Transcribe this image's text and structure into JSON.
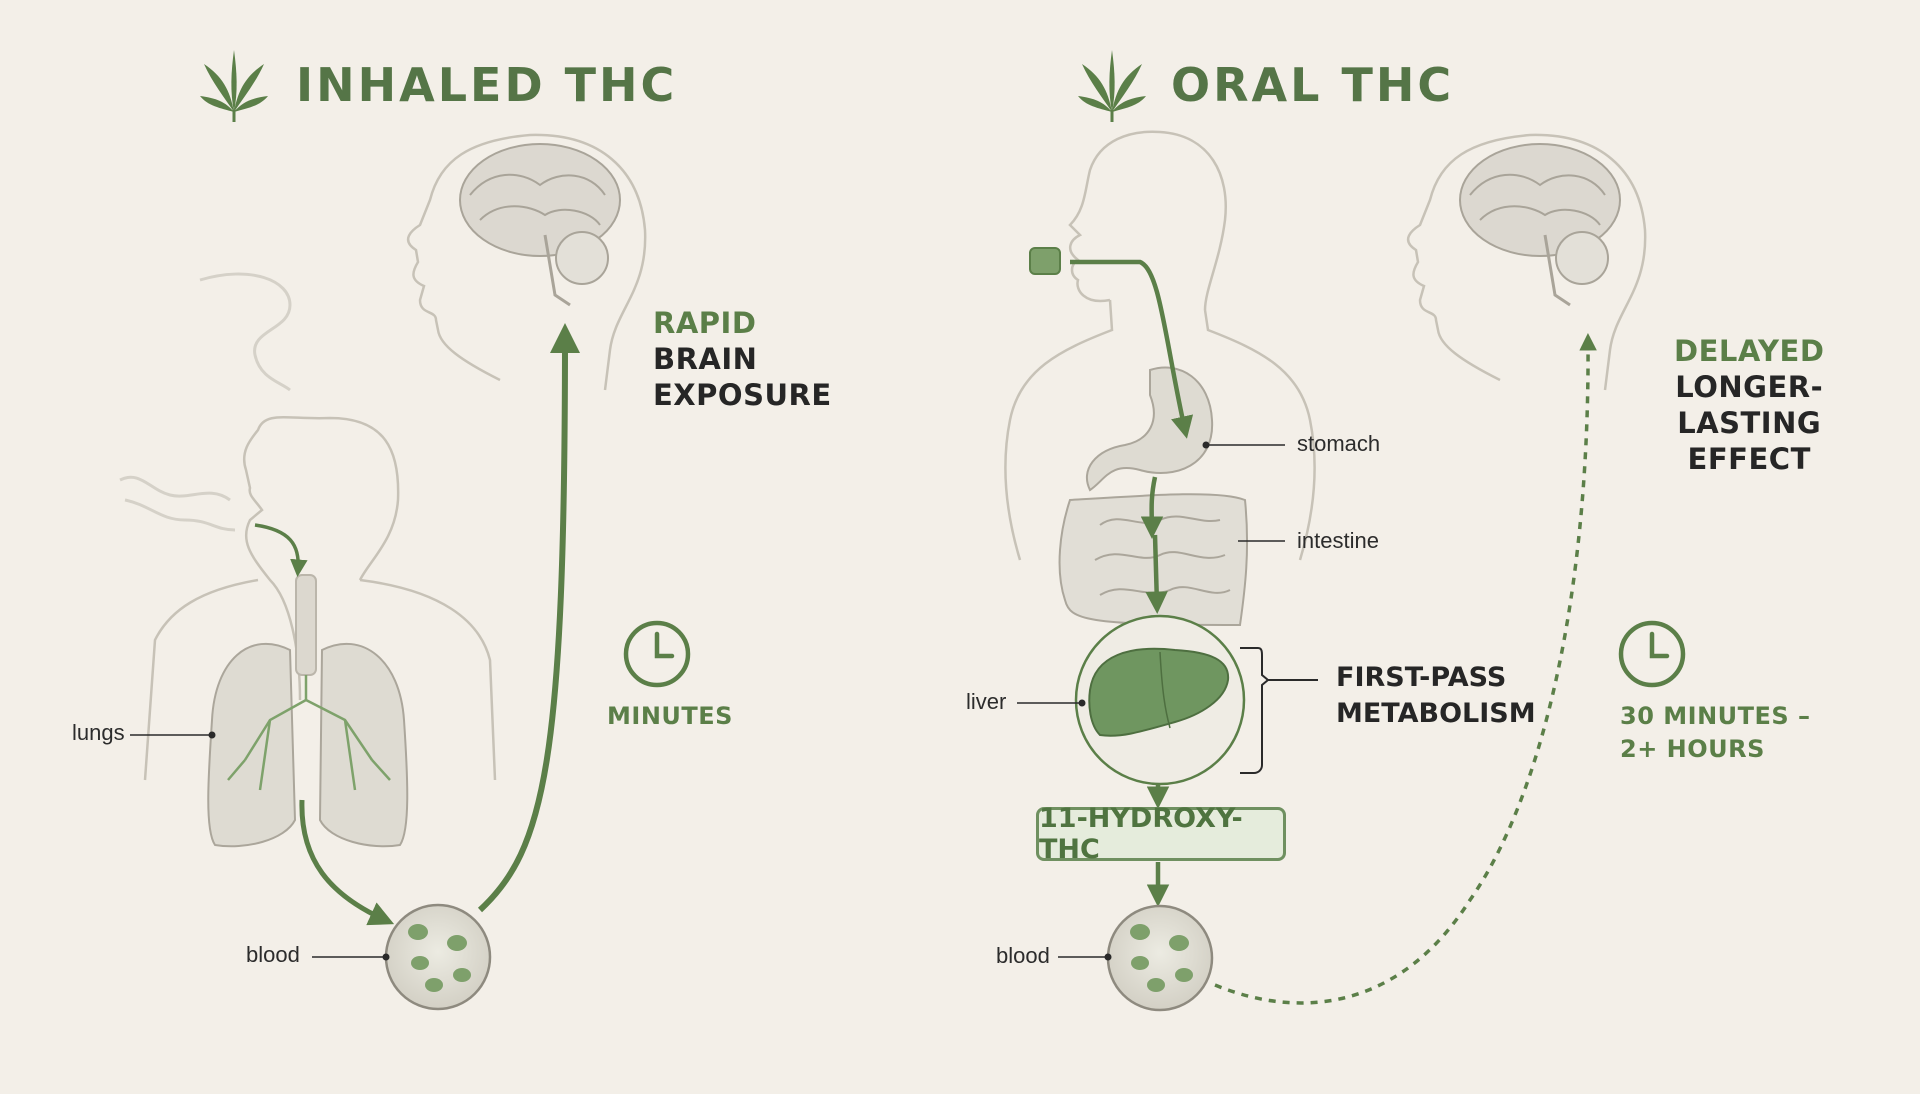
{
  "inhaled": {
    "title": "INHALED THC",
    "effect": {
      "speed": "RAPID",
      "line1": "BRAIN",
      "line2": "EXPOSURE"
    },
    "time": "MINUTES",
    "labels": {
      "lungs": "lungs",
      "blood": "blood"
    }
  },
  "oral": {
    "title": "ORAL THC",
    "effect": {
      "speed": "DELAYED",
      "line1": "LONGER-",
      "line2": "LASTING",
      "line3": "EFFECT"
    },
    "time": {
      "line1": "30 MINUTES –",
      "line2": "2+ HOURS"
    },
    "labels": {
      "stomach": "stomach",
      "intestine": "intestine",
      "liver": "liver",
      "blood": "blood"
    },
    "first_pass": {
      "line1": "FIRST-PASS",
      "line2": "METABOLISM"
    },
    "metabolite": "11-HYDROXY-THC"
  },
  "colors": {
    "background": "#f3efe8",
    "accent": "#5b7f48",
    "outline": "#c9c3b8",
    "organ": "#e0ddd6"
  },
  "icons": [
    "cannabis-leaf-icon",
    "clock-icon",
    "brain-icon",
    "liver-icon",
    "blood-cell-icon"
  ]
}
